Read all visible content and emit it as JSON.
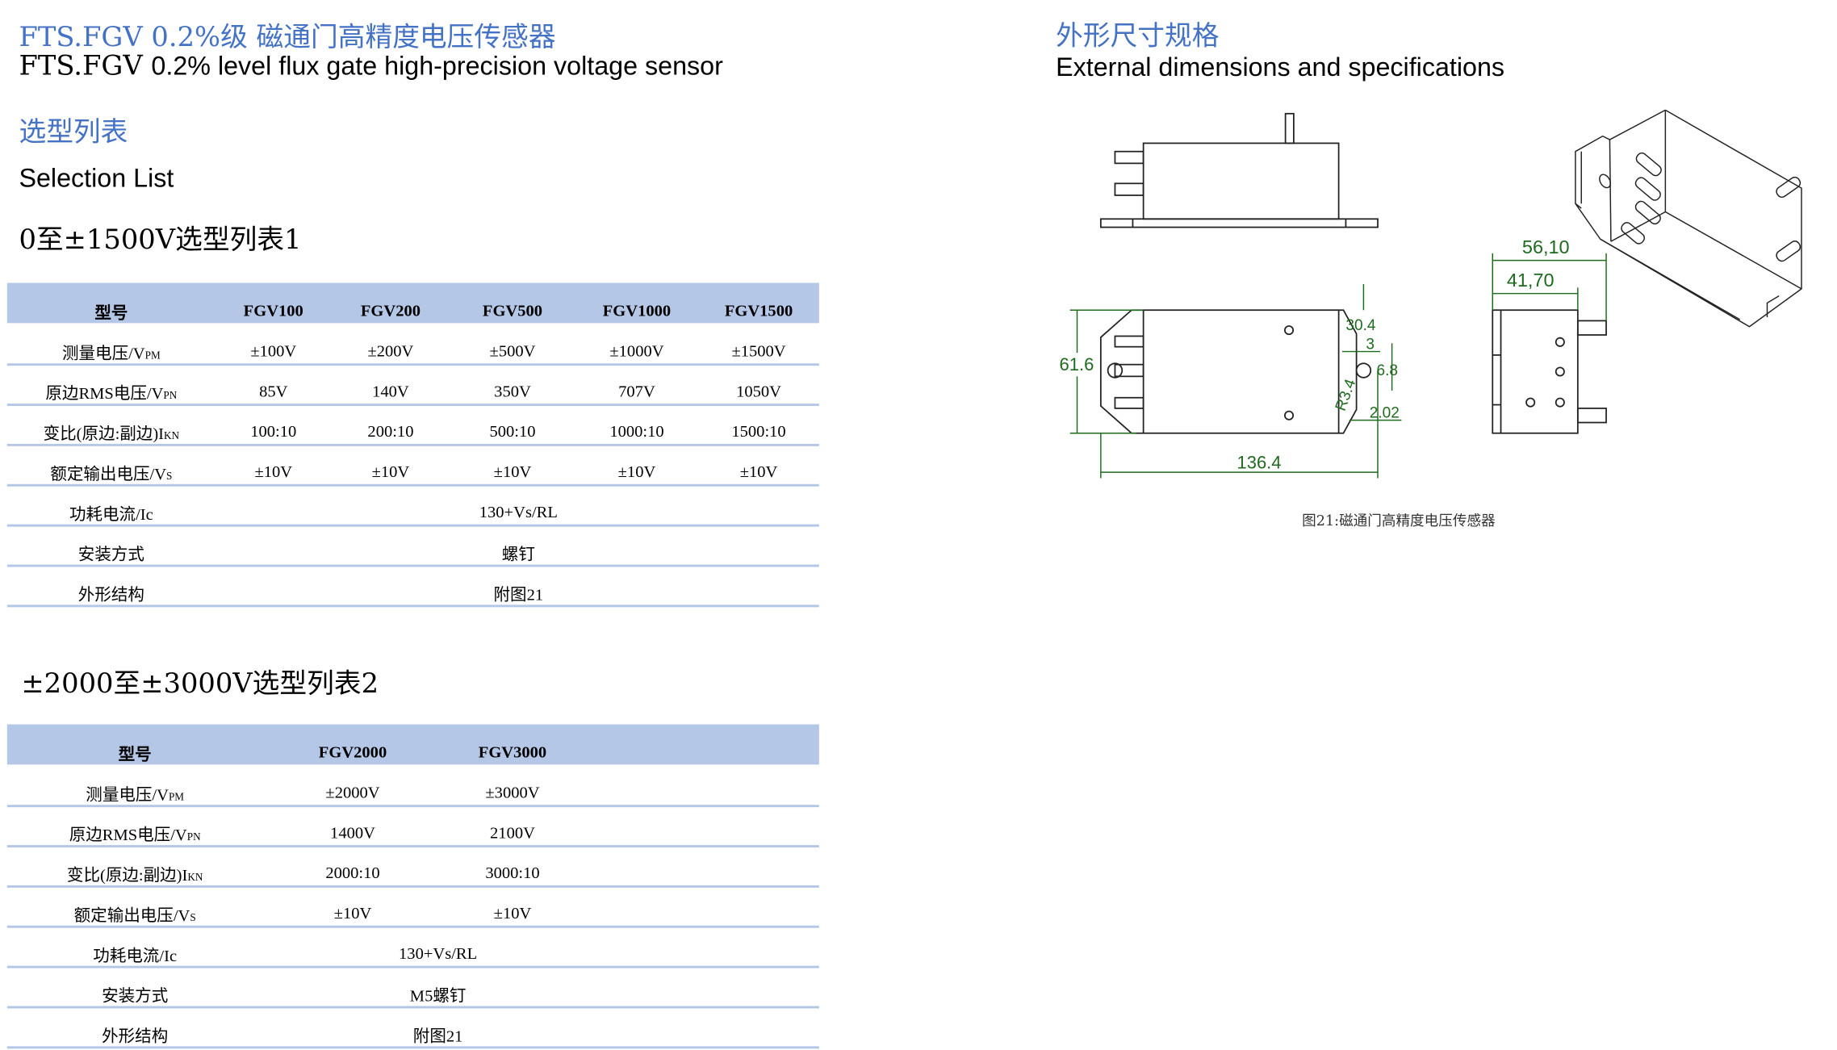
{
  "header": {
    "title_cn": "FTS.FGV 0.2%级 磁通门高精度电压传感器",
    "title_en_prefix": "FTS.FGV",
    "title_en": "0.2% level flux gate high-precision voltage sensor",
    "section_cn": "选型列表",
    "section_en": "Selection List"
  },
  "table1": {
    "title": "0至±1500V选型列表1",
    "columns": [
      "型号",
      "FGV100",
      "FGV200",
      "FGV500",
      "FGV1000",
      "FGV1500"
    ],
    "rows": [
      {
        "label": "测量电压/V",
        "sub": "PM",
        "values": [
          "±100V",
          "±200V",
          "±500V",
          "±1000V",
          "±1500V"
        ]
      },
      {
        "label": "原边RMS电压/V",
        "sub": "PN",
        "values": [
          "85V",
          "140V",
          "350V",
          "707V",
          "1050V"
        ]
      },
      {
        "label": "变比(原边:副边)I",
        "sub": "KN",
        "values": [
          "100:10",
          "200:10",
          "500:10",
          "1000:10",
          "1500:10"
        ]
      },
      {
        "label": "额定输出电压/V",
        "sub": "S",
        "values": [
          "±10V",
          "±10V",
          "±10V",
          "±10V",
          "±10V"
        ]
      },
      {
        "label": "功耗电流/Ic",
        "sub": "",
        "merged": "130+Vs/RL"
      },
      {
        "label": "安装方式",
        "sub": "",
        "merged": "螺钉"
      },
      {
        "label": "外形结构",
        "sub": "",
        "merged": "附图21"
      }
    ]
  },
  "table2": {
    "title": "±2000至±3000V选型列表2",
    "columns": [
      "型号",
      "FGV2000",
      "FGV3000"
    ],
    "rows": [
      {
        "label": "测量电压/V",
        "sub": "PM",
        "values": [
          "±2000V",
          "±3000V"
        ]
      },
      {
        "label": "原边RMS电压/V",
        "sub": "PN",
        "values": [
          "1400V",
          "2100V"
        ]
      },
      {
        "label": "变比(原边:副边)I",
        "sub": "KN",
        "values": [
          "2000:10",
          "3000:10"
        ]
      },
      {
        "label": "额定输出电压/V",
        "sub": "S",
        "values": [
          "±10V",
          "±10V"
        ]
      },
      {
        "label": "功耗电流/Ic",
        "sub": "",
        "merged": "130+Vs/RL"
      },
      {
        "label": "安装方式",
        "sub": "",
        "merged": "M5螺钉"
      },
      {
        "label": "外形结构",
        "sub": "",
        "merged": "附图21"
      }
    ]
  },
  "dimensions": {
    "title_cn": "外形尺寸规格",
    "title_en": "External dimensions and specifications",
    "labels": {
      "height": "61.6",
      "width": "136.4",
      "d30": "30.4",
      "d3": "3",
      "d68": "6.8",
      "r34": "R3.4",
      "d202": "2.02",
      "d5610": "56,10",
      "d4170": "41,70"
    },
    "caption": "图21:磁通门高精度电压传感器"
  },
  "colors": {
    "accent": "#4472C4",
    "band": "#B4C7E7",
    "dimension": "#1E6B1E"
  }
}
